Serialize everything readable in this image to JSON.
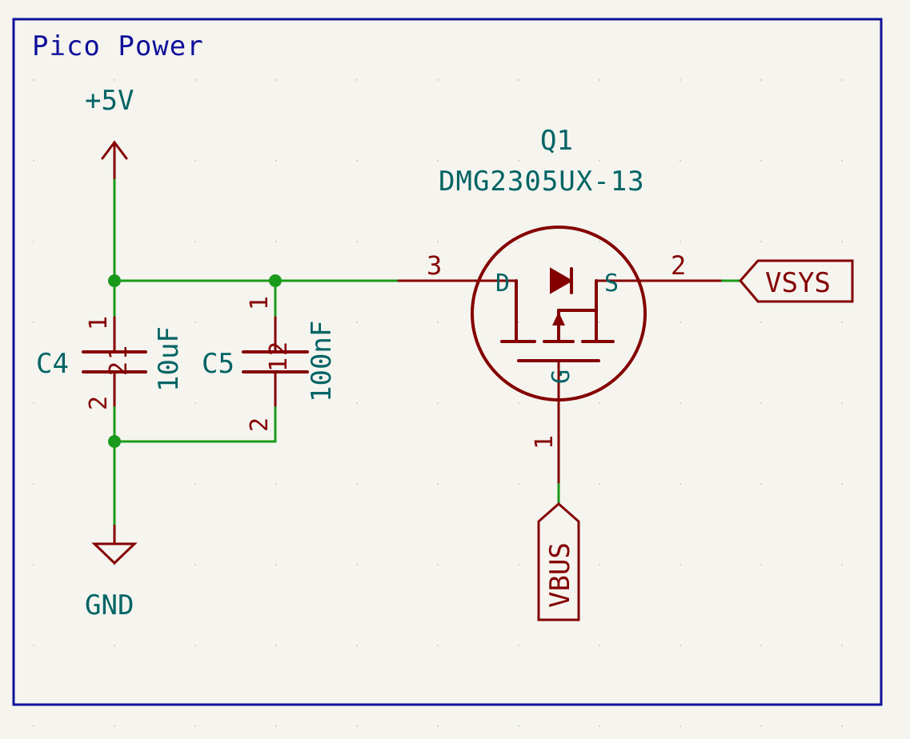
{
  "sheet": {
    "title": "Pico Power",
    "colors": {
      "wire": "#1a9a1a",
      "symbol": "#840000",
      "frame": "#10109a",
      "ref_text": "#006464",
      "background": "#f5f4ef"
    }
  },
  "power": {
    "vcc": "+5V",
    "gnd": "GND"
  },
  "c4": {
    "ref": "C4",
    "value": "10uF",
    "pin1": "1",
    "pin2": "2"
  },
  "c5": {
    "ref": "C5",
    "value": "100nF",
    "pin1": "1",
    "pin2": "2"
  },
  "q1": {
    "ref": "Q1",
    "part": "DMG2305UX-13",
    "pin_drain": "3",
    "pin_source": "2",
    "pin_gate": "1",
    "label_d": "D",
    "label_s": "S",
    "label_g": "G"
  },
  "labels": {
    "vsys": "VSYS",
    "vbus": "VBUS"
  }
}
